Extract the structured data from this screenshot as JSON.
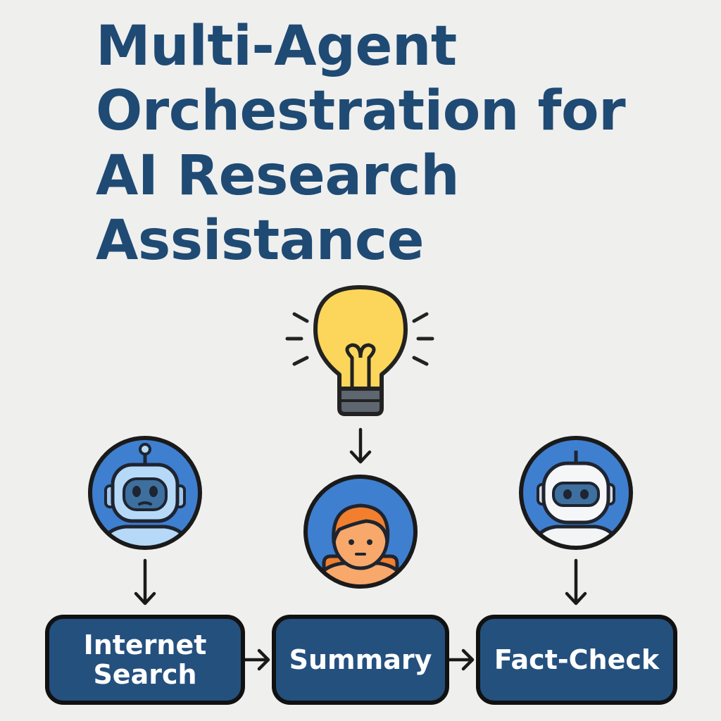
{
  "title": {
    "line1": "Multi-Agent",
    "line2": "Orchestration for",
    "line3": "AI Research",
    "line4": "Assistance"
  },
  "idea": {
    "icon": "lightbulb-icon"
  },
  "agents": [
    {
      "icon": "robot-blue-icon"
    },
    {
      "icon": "person-icon"
    },
    {
      "icon": "robot-white-icon"
    }
  ],
  "steps": [
    {
      "line1": "Internet",
      "line2": "Search"
    },
    {
      "line1": "Summary"
    },
    {
      "line1": "Fact-Check"
    }
  ],
  "colors": {
    "title": "#1f4a73",
    "box_fill": "#24507e",
    "circle_fill": "#3f7fcf",
    "bulb": "#fbd65a",
    "face": "#f7a86a",
    "hair": "#f27f2e"
  }
}
